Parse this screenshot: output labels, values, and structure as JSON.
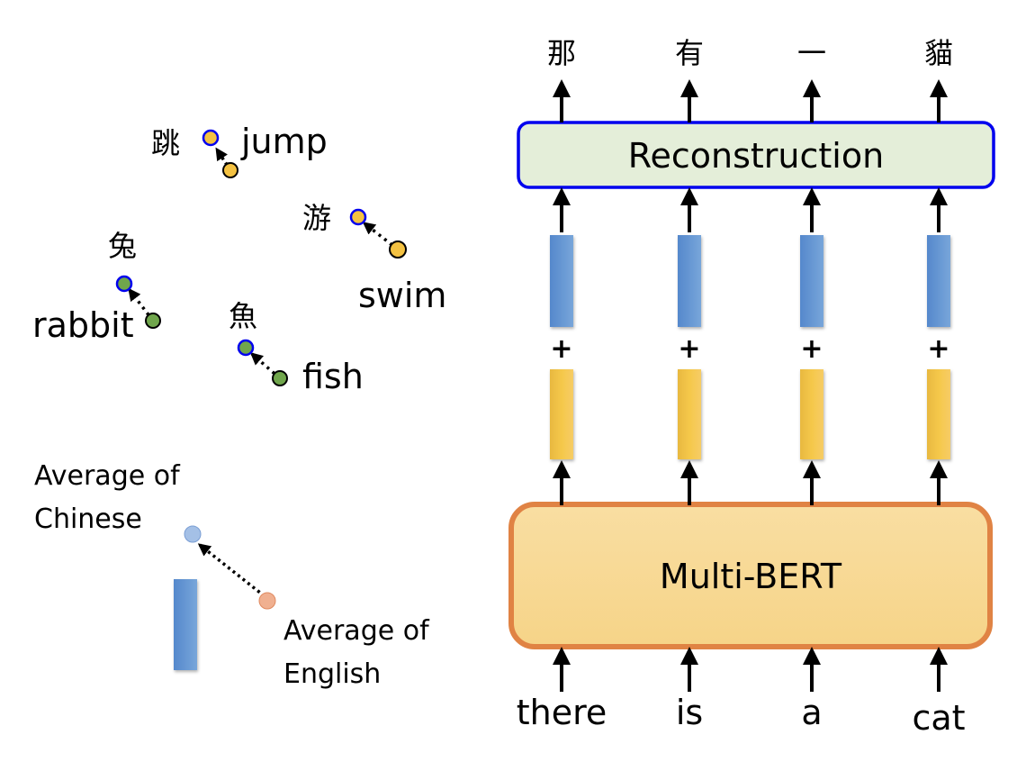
{
  "left_panel": {
    "word_pairs": [
      {
        "chinese": "跳",
        "english": "jump",
        "color": "#f4c242",
        "group": "verb"
      },
      {
        "chinese": "游",
        "english": "swim",
        "color": "#f4c242",
        "group": "verb"
      },
      {
        "chinese": "兔",
        "english": "rabbit",
        "color": "#70a64c",
        "group": "noun"
      },
      {
        "chinese": "魚",
        "english": "fish",
        "color": "#70a64c",
        "group": "noun"
      }
    ],
    "chinese_point_outline": "#0000ee",
    "average_chinese": {
      "line1": "Average of",
      "line2": "Chinese",
      "color": "#a4c0e6"
    },
    "average_english": {
      "line1": "Average of",
      "line2": "English",
      "color": "#f0b090"
    },
    "shift_vector_color": "#5b8fd0"
  },
  "right_panel": {
    "output_tokens": [
      "那",
      "有",
      "一",
      "貓"
    ],
    "input_tokens": [
      "there",
      "is",
      "a",
      "cat"
    ],
    "reconstruction_label": "Reconstruction",
    "reconstruction_fill": "#e4eed9",
    "reconstruction_border": "#0000ee",
    "encoder_label": "Multi-BERT",
    "encoder_fill": "#f8d994",
    "encoder_border": "#e08344",
    "plus_symbol": "+",
    "shift_vector_color": "#5b8fd0",
    "embedding_color": "#f4c444"
  }
}
